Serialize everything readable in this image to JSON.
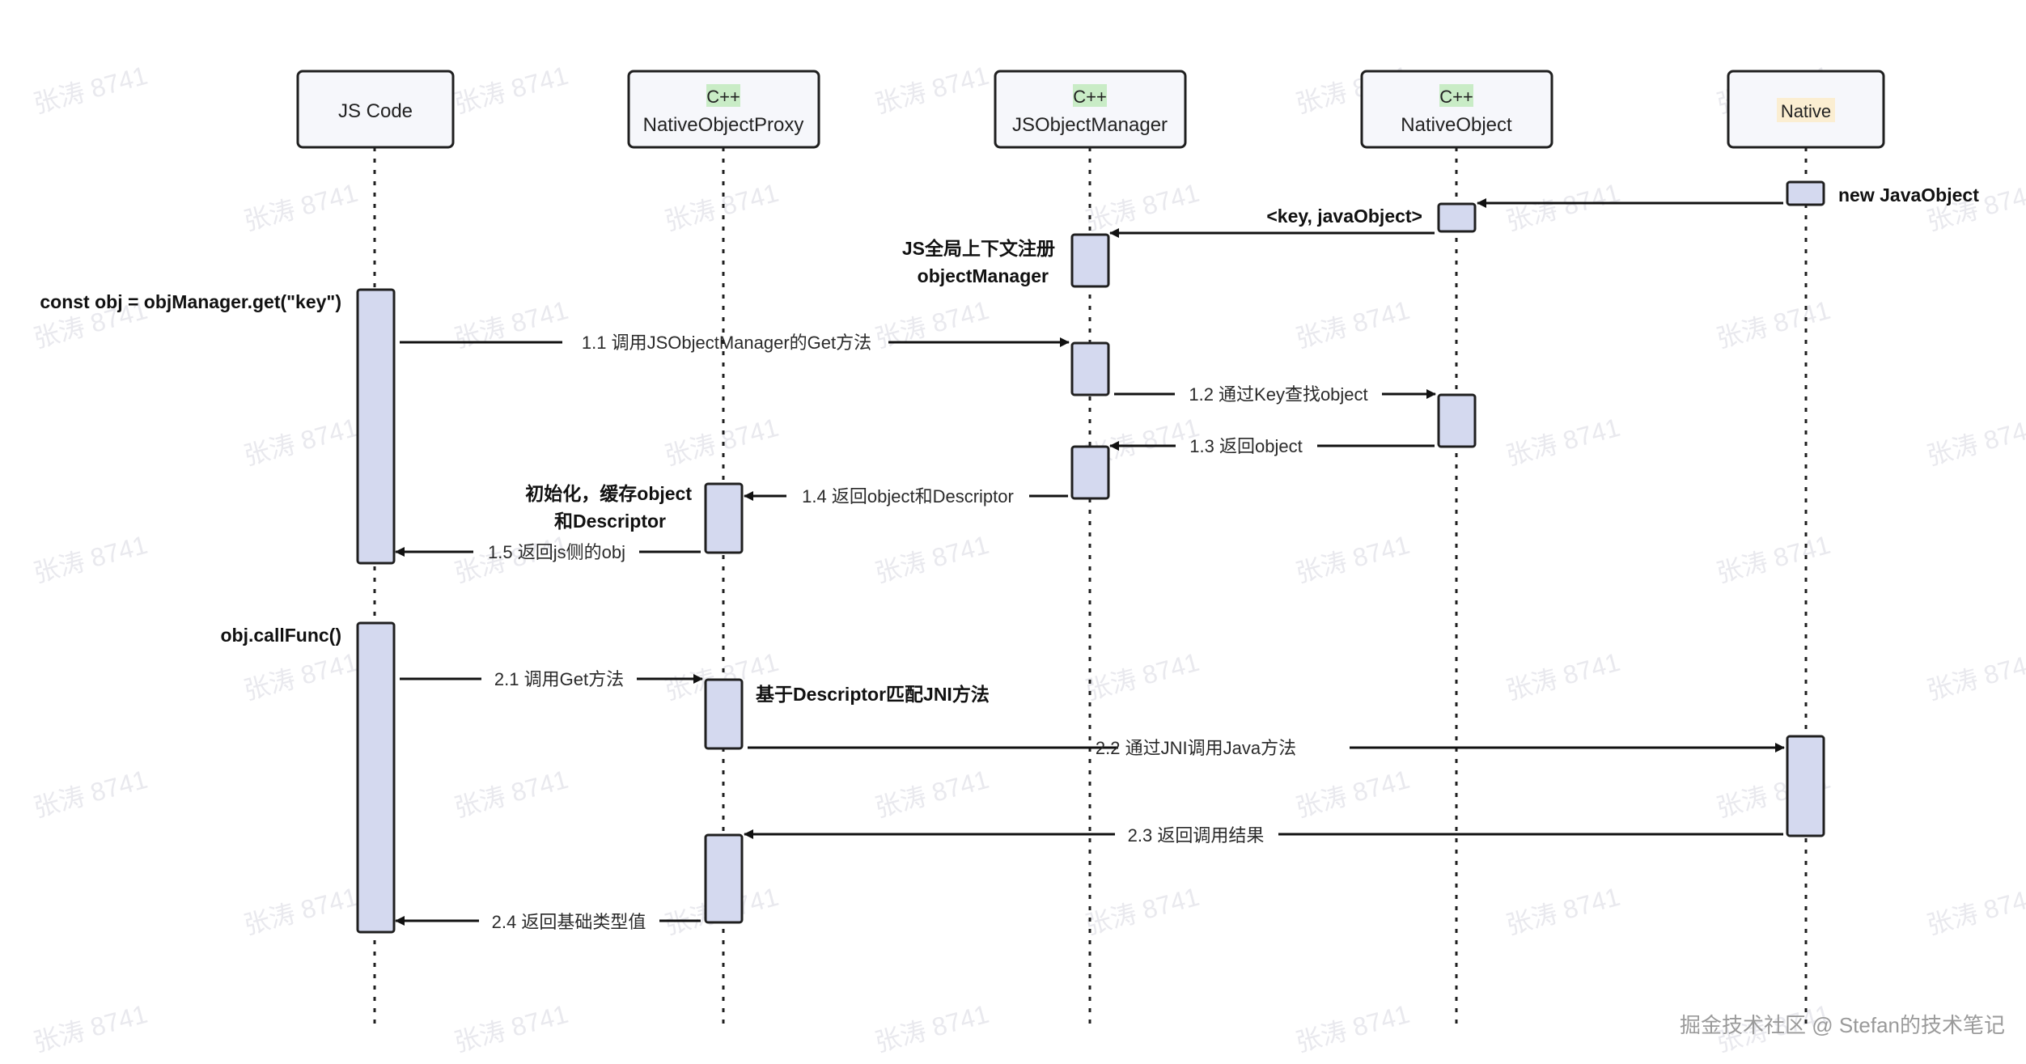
{
  "colors": {
    "activation_fill": "#d4d9ef",
    "lane_fill": "#f6f7fb",
    "cpp_tag_bg": "#c9ecc6",
    "native_tag_bg": "#fbeed2",
    "line": "#111111"
  },
  "lanes": [
    {
      "id": "js",
      "tag": "",
      "title": "JS Code"
    },
    {
      "id": "proxy",
      "tag": "C++",
      "tag_color": "#c9ecc6",
      "title": "NativeObjectProxy"
    },
    {
      "id": "manager",
      "tag": "C++",
      "tag_color": "#c9ecc6",
      "title": "JSObjectManager"
    },
    {
      "id": "nobj",
      "tag": "C++",
      "tag_color": "#c9ecc6",
      "title": "NativeObject"
    },
    {
      "id": "native",
      "tag": "Native",
      "tag_color": "#fbeed2",
      "title": ""
    }
  ],
  "messages": [
    {
      "label": "1.1 调用JSObjectManager的Get方法",
      "from": "js",
      "to": "manager"
    },
    {
      "label": "1.2 通过Key查找object",
      "from": "manager",
      "to": "nobj"
    },
    {
      "label": "1.3 返回object",
      "from": "nobj",
      "to": "manager"
    },
    {
      "label": "1.4 返回object和Descriptor",
      "from": "manager",
      "to": "proxy"
    },
    {
      "label": "1.5 返回js侧的obj",
      "from": "proxy",
      "to": "js"
    },
    {
      "label": "2.1 调用Get方法",
      "from": "js",
      "to": "proxy"
    },
    {
      "label": "2.2 通过JNI调用Java方法",
      "from": "proxy",
      "to": "native"
    },
    {
      "label": "2.3 返回调用结果",
      "from": "native",
      "to": "proxy"
    },
    {
      "label": "2.4 返回基础类型值",
      "from": "proxy",
      "to": "js"
    },
    {
      "label": "<key, javaObject>",
      "from": "nobj",
      "to": "manager"
    },
    {
      "label": "",
      "from": "native",
      "to": "nobj"
    }
  ],
  "notes": {
    "new_java_object": "new JavaObject",
    "register_line1": "JS全局上下文注册",
    "register_line2": "objectManager",
    "const_obj": "const obj = objManager.get(\"key\")",
    "init_line1": "初始化，缓存object",
    "init_line2": "和Descriptor",
    "call_func": "obj.callFunc()",
    "match_jni": "基于Descriptor匹配JNI方法"
  },
  "watermark": "张涛 8741",
  "footer": "掘金技术社区 @ Stefan的技术笔记"
}
